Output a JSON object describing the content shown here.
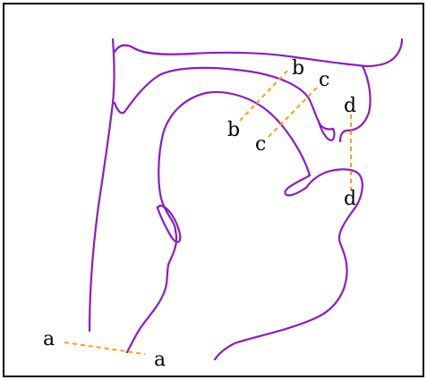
{
  "colors": {
    "outline": "#8a1ec0",
    "measure_line": "#f0a020",
    "border": "#000000",
    "background": "#ffffff"
  },
  "labels": {
    "a_left": "a",
    "a_right": "a",
    "b_upper": "b",
    "b_lower": "b",
    "c_upper": "c",
    "c_lower": "c",
    "d_upper": "d",
    "d_lower": "d"
  }
}
